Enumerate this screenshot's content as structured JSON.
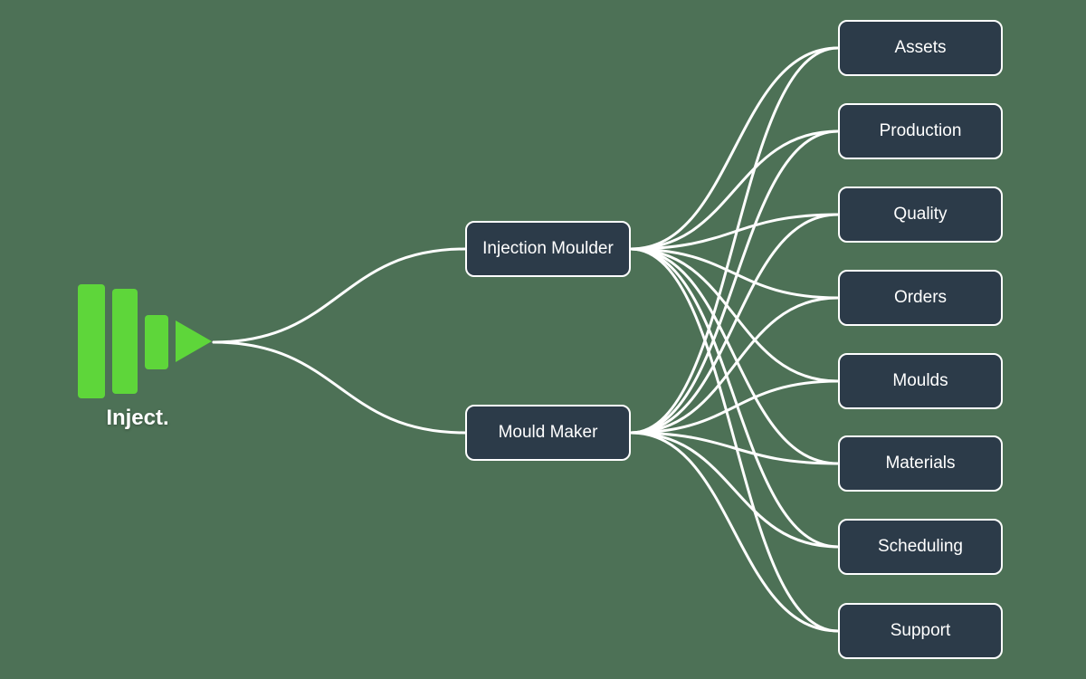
{
  "diagram": {
    "background": "#4d7156",
    "edge_color": "#ffffff",
    "node_fill": "#2c3b49",
    "node_border": "#ffffff"
  },
  "logo": {
    "label": "Inject.",
    "color": "#5ed63a"
  },
  "hubs": [
    {
      "id": "injection-moulder",
      "label": "Injection Moulder"
    },
    {
      "id": "mould-maker",
      "label": "Mould Maker"
    }
  ],
  "leaves": [
    {
      "id": "assets",
      "label": "Assets"
    },
    {
      "id": "production",
      "label": "Production"
    },
    {
      "id": "quality",
      "label": "Quality"
    },
    {
      "id": "orders",
      "label": "Orders"
    },
    {
      "id": "moulds",
      "label": "Moulds"
    },
    {
      "id": "materials",
      "label": "Materials"
    },
    {
      "id": "scheduling",
      "label": "Scheduling"
    },
    {
      "id": "support",
      "label": "Support"
    }
  ],
  "edges": [
    {
      "from": "logo",
      "to": "injection-moulder"
    },
    {
      "from": "logo",
      "to": "mould-maker"
    },
    {
      "from": "injection-moulder",
      "to": "assets"
    },
    {
      "from": "injection-moulder",
      "to": "production"
    },
    {
      "from": "injection-moulder",
      "to": "quality"
    },
    {
      "from": "injection-moulder",
      "to": "orders"
    },
    {
      "from": "injection-moulder",
      "to": "moulds"
    },
    {
      "from": "injection-moulder",
      "to": "materials"
    },
    {
      "from": "injection-moulder",
      "to": "scheduling"
    },
    {
      "from": "injection-moulder",
      "to": "support"
    },
    {
      "from": "mould-maker",
      "to": "assets"
    },
    {
      "from": "mould-maker",
      "to": "production"
    },
    {
      "from": "mould-maker",
      "to": "quality"
    },
    {
      "from": "mould-maker",
      "to": "orders"
    },
    {
      "from": "mould-maker",
      "to": "moulds"
    },
    {
      "from": "mould-maker",
      "to": "materials"
    },
    {
      "from": "mould-maker",
      "to": "scheduling"
    },
    {
      "from": "mould-maker",
      "to": "support"
    }
  ]
}
